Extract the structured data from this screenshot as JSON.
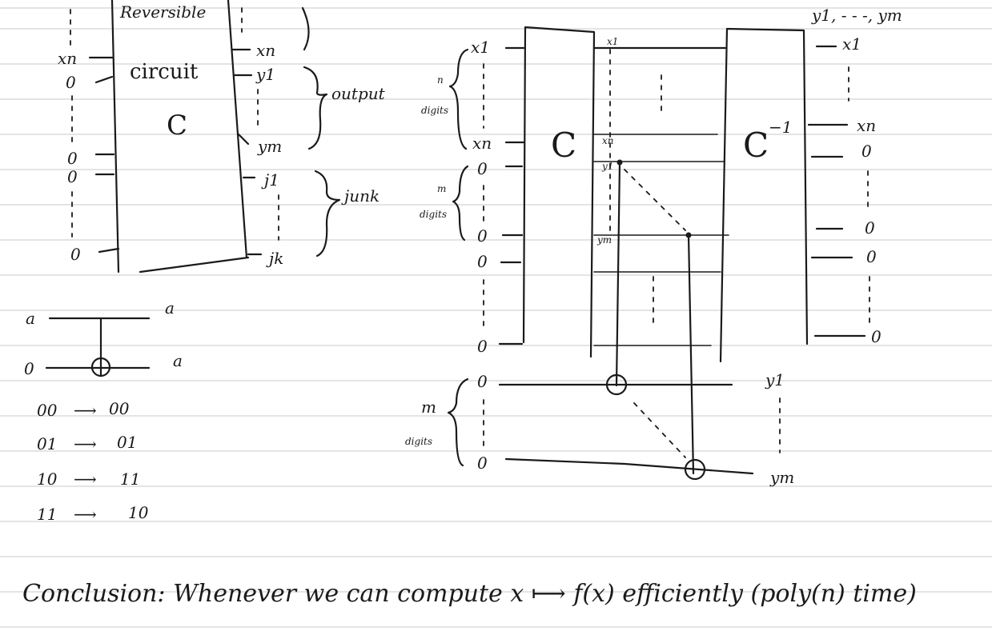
{
  "left_circuit": {
    "box_title_top": "Reversible",
    "box_title": "circuit",
    "box_name": "C",
    "input_x": "xn",
    "inputs_zero": [
      "0",
      "0",
      "0",
      "0"
    ],
    "output_x": "xn",
    "outputs_y": [
      "y1",
      "ym"
    ],
    "outputs_junk": [
      "j1",
      "jk"
    ],
    "brace_output": "output",
    "brace_junk": "junk"
  },
  "cnot": {
    "control_in": "a",
    "control_out": "a",
    "target_in": "0",
    "target_out": "a",
    "truth_table": [
      {
        "in": "00",
        "out": "00"
      },
      {
        "in": "01",
        "out": "01"
      },
      {
        "in": "10",
        "out": "11"
      },
      {
        "in": "11",
        "out": "10"
      }
    ]
  },
  "right_circuit": {
    "top_label": "y1, - - -, ym",
    "x1_in": "x1",
    "xn_in": "xn",
    "brace_n": "n",
    "brace_n_sub": "digits",
    "brace_m": "m",
    "brace_m_sub": "digits",
    "box_c": "C",
    "box_cinv": "C",
    "box_cinv_sup": "−1",
    "wire_x1": "x1",
    "wire_xn": "xn",
    "wire_y1": "y1",
    "wire_ym": "ym",
    "zeros": "0",
    "out_x1": "x1",
    "out_xn": "xn",
    "out_y1": "y1",
    "out_ym": "ym",
    "bottom_brace_m": "m",
    "bottom_brace_sub": "digits"
  },
  "conclusion": "Conclusion: Whenever we can compute x ⟼ f(x) efficiently (poly(n) time)"
}
